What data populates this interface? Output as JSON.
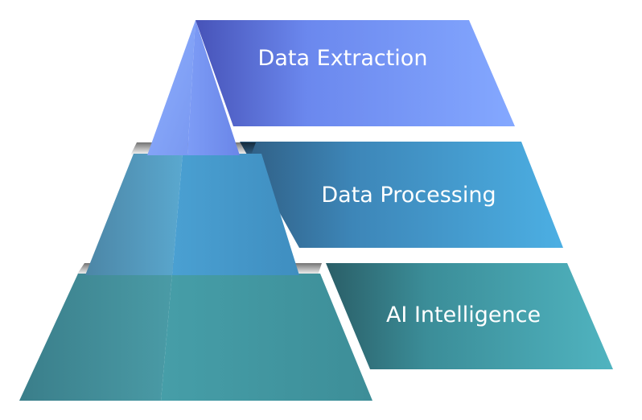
{
  "pyramid": {
    "layers": [
      {
        "label": "Data Extraction",
        "color_light": "#7ea4fb",
        "color_dark": "#4f5ec6"
      },
      {
        "label": "Data Processing",
        "color_light": "#4aa7dc",
        "color_dark": "#3b6f99"
      },
      {
        "label": "AI Intelligence",
        "color_light": "#4aaeb8",
        "color_dark": "#2f6f7a"
      }
    ]
  }
}
